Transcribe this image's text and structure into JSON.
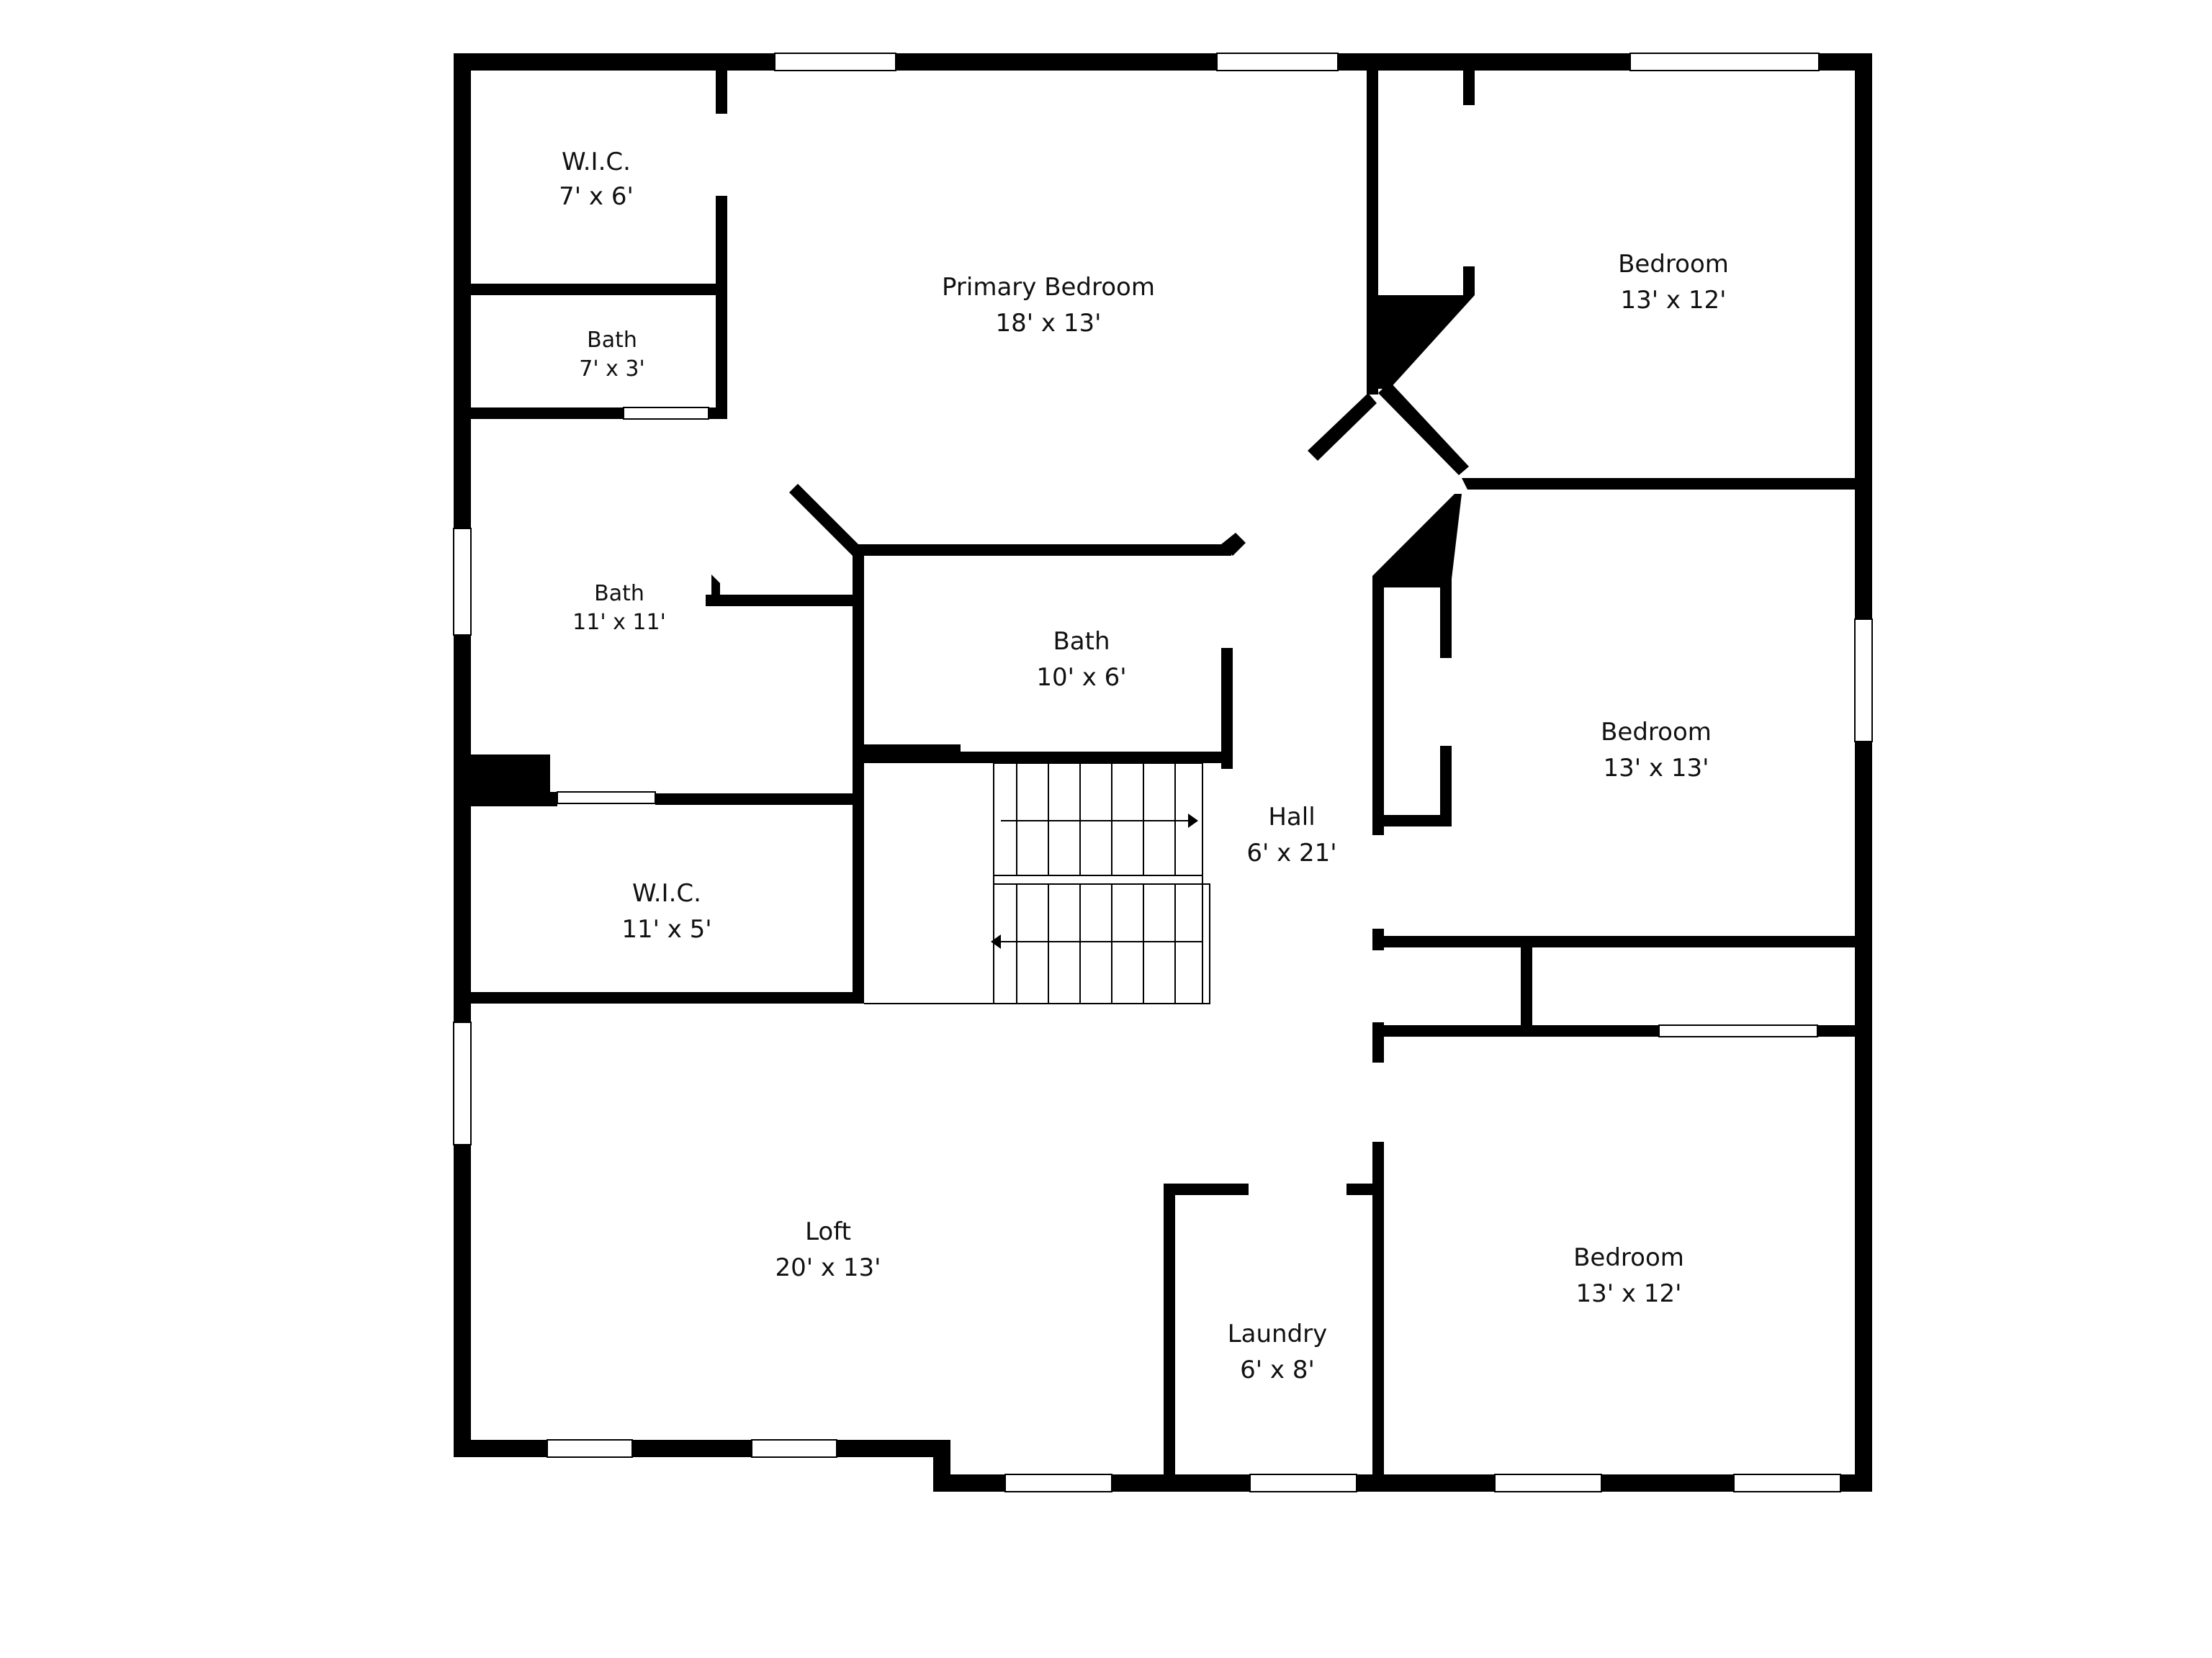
{
  "plan": {
    "rooms": [
      {
        "id": "wic-top",
        "name": "W.I.C.",
        "size": "7' x 6'"
      },
      {
        "id": "bath-small",
        "name": "Bath",
        "size": "7' x 3'"
      },
      {
        "id": "primary-bedroom",
        "name": "Primary Bedroom",
        "size": "18' x 13'"
      },
      {
        "id": "bedroom-ne",
        "name": "Bedroom",
        "size": "13' x 12'"
      },
      {
        "id": "bath-primary",
        "name": "Bath",
        "size": "11' x 11'"
      },
      {
        "id": "bath-hall",
        "name": "Bath",
        "size": "10' x 6'"
      },
      {
        "id": "bedroom-e",
        "name": "Bedroom",
        "size": "13' x 13'"
      },
      {
        "id": "hall",
        "name": "Hall",
        "size": "6' x 21'"
      },
      {
        "id": "wic-bottom",
        "name": "W.I.C.",
        "size": "11' x 5'"
      },
      {
        "id": "loft",
        "name": "Loft",
        "size": "20' x 13'"
      },
      {
        "id": "laundry",
        "name": "Laundry",
        "size": "6' x 8'"
      },
      {
        "id": "bedroom-se",
        "name": "Bedroom",
        "size": "13' x 12'"
      }
    ]
  },
  "colors": {
    "wall": "#000000",
    "background": "#ffffff",
    "text": "#111111"
  }
}
